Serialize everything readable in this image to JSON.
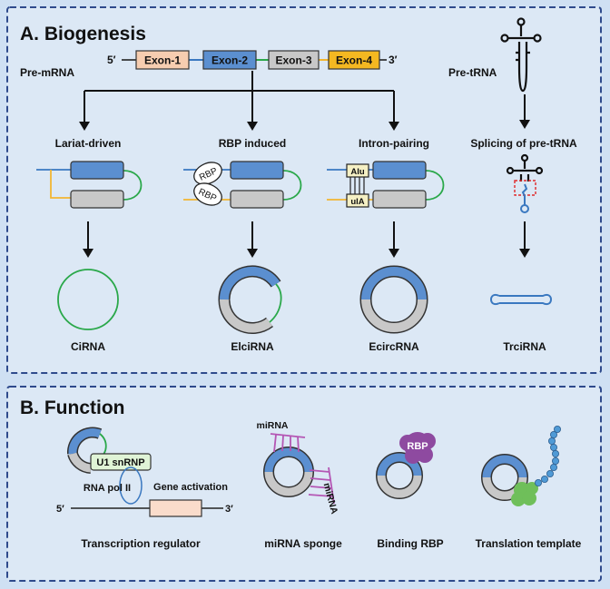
{
  "colors": {
    "background": "#cfe0f3",
    "panel": "#dce8f5",
    "panel_border": "#2e4a8c",
    "exon1": "#f6cdb0",
    "exon2": "#5b8fd0",
    "exon3": "#c8c8c8",
    "exon4": "#f4b821",
    "intron_blue": "#3a78c0",
    "intron_green": "#2aa84a",
    "intron_yellow": "#f2b632",
    "red_box": "#e0282a",
    "mirna": "#b456b4",
    "rbp_purple": "#8e4aa0",
    "ribosome": "#6fbf5a",
    "peptide": "#4f9ad6"
  },
  "biogenesis": {
    "title": "A. Biogenesis",
    "pre_mrna_label": "Pre-mRNA",
    "five_prime": "5′",
    "three_prime": "3′",
    "exons": [
      "Exon-1",
      "Exon-2",
      "Exon-3",
      "Exon-4"
    ],
    "pre_trna_label": "Pre-tRNA",
    "mechanisms": [
      "Lariat-driven",
      "RBP induced",
      "Intron-pairing",
      "Splicing of pre-tRNA"
    ],
    "rbp_label": "RBP",
    "alu_label": "Alu",
    "ula_label": "ulA",
    "products": [
      "CiRNA",
      "ElciRNA",
      "EcircRNA",
      "TrciRNA"
    ]
  },
  "function": {
    "title": "B. Function",
    "u1_label": "U1 snRNP",
    "pol_label": "RNA pol II",
    "gene_activation_label": "Gene activation",
    "five_prime": "5′",
    "three_prime": "3′",
    "mirna_label": "miRNA",
    "rbp_label": "RBP",
    "captions": [
      "Transcription regulator",
      "miRNA sponge",
      "Binding RBP",
      "Translation template"
    ]
  }
}
